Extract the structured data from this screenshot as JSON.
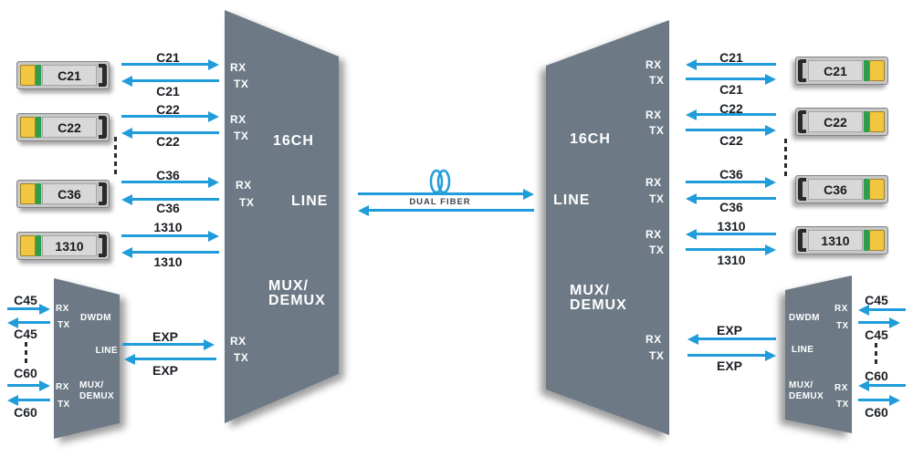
{
  "colors": {
    "background": "#ffffff",
    "panel": "#6d7a86",
    "arrow": "#1f9cd9",
    "panel_text": "#ffffff",
    "label_text": "#1b1f24",
    "dual_fiber_text": "#3e4550",
    "transceiver_body": "#c7c7c7",
    "transceiver_panel": "#d8d8d8",
    "transceiver_yellow": "#f2c63f",
    "transceiver_green": "#2f9e4c",
    "transceiver_latch": "#2a2a2a"
  },
  "channels": {
    "c21": "C21",
    "c22": "C22",
    "c36": "C36",
    "ch1310": "1310",
    "c45": "C45",
    "c60": "C60"
  },
  "ports": {
    "rx": "RX",
    "tx": "TX"
  },
  "mux_panel": {
    "channels": "16CH",
    "line": "LINE",
    "mux": "MUX/",
    "demux": "DEMUX"
  },
  "expansion_panel": {
    "dwdm": "DWDM",
    "line": "LINE",
    "mux": "MUX/",
    "demux": "DEMUX"
  },
  "exp": {
    "label": "EXP"
  },
  "link": {
    "dual_fiber": "DUAL FIBER"
  }
}
